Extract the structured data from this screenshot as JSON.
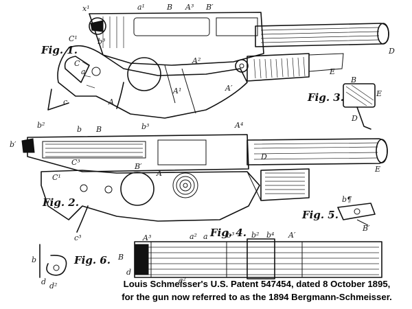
{
  "figures": [
    {
      "id": "fig1",
      "label": "Fig. 1."
    },
    {
      "id": "fig2",
      "label": "Fig. 2."
    },
    {
      "id": "fig3",
      "label": "Fig. 3."
    },
    {
      "id": "fig4",
      "label": "Fig. 4."
    },
    {
      "id": "fig5",
      "label": "Fig. 5."
    },
    {
      "id": "fig6",
      "label": "Fig. 6."
    }
  ],
  "labels": {
    "fig1": [
      "x¹",
      "a¹",
      "B",
      "A³",
      "B′",
      "C¹",
      "C",
      "A²",
      "A¹",
      "D",
      "E",
      "b³",
      "a",
      "A",
      "c",
      "A′"
    ],
    "fig2": [
      "b²",
      "b",
      "B",
      "b³",
      "A⁴",
      "b′",
      "C³",
      "B′",
      "A",
      "C¹",
      "c³",
      "E",
      "D"
    ],
    "fig3": [
      "B",
      "E",
      "D"
    ],
    "fig4": [
      "A³",
      "a²",
      "a",
      "b³",
      "b²",
      "b⁴",
      "A′",
      "B",
      "d",
      "a²"
    ],
    "fig5": [
      "b¶",
      "B′"
    ],
    "fig6": [
      "b",
      "d",
      "d²"
    ]
  },
  "caption": {
    "line1": "Louis Schmeisser's U.S. Patent 547454, dated 8 October 1895,",
    "line2": "for the gun now referred to as the 1894 Bergmann-Schmeisser."
  }
}
